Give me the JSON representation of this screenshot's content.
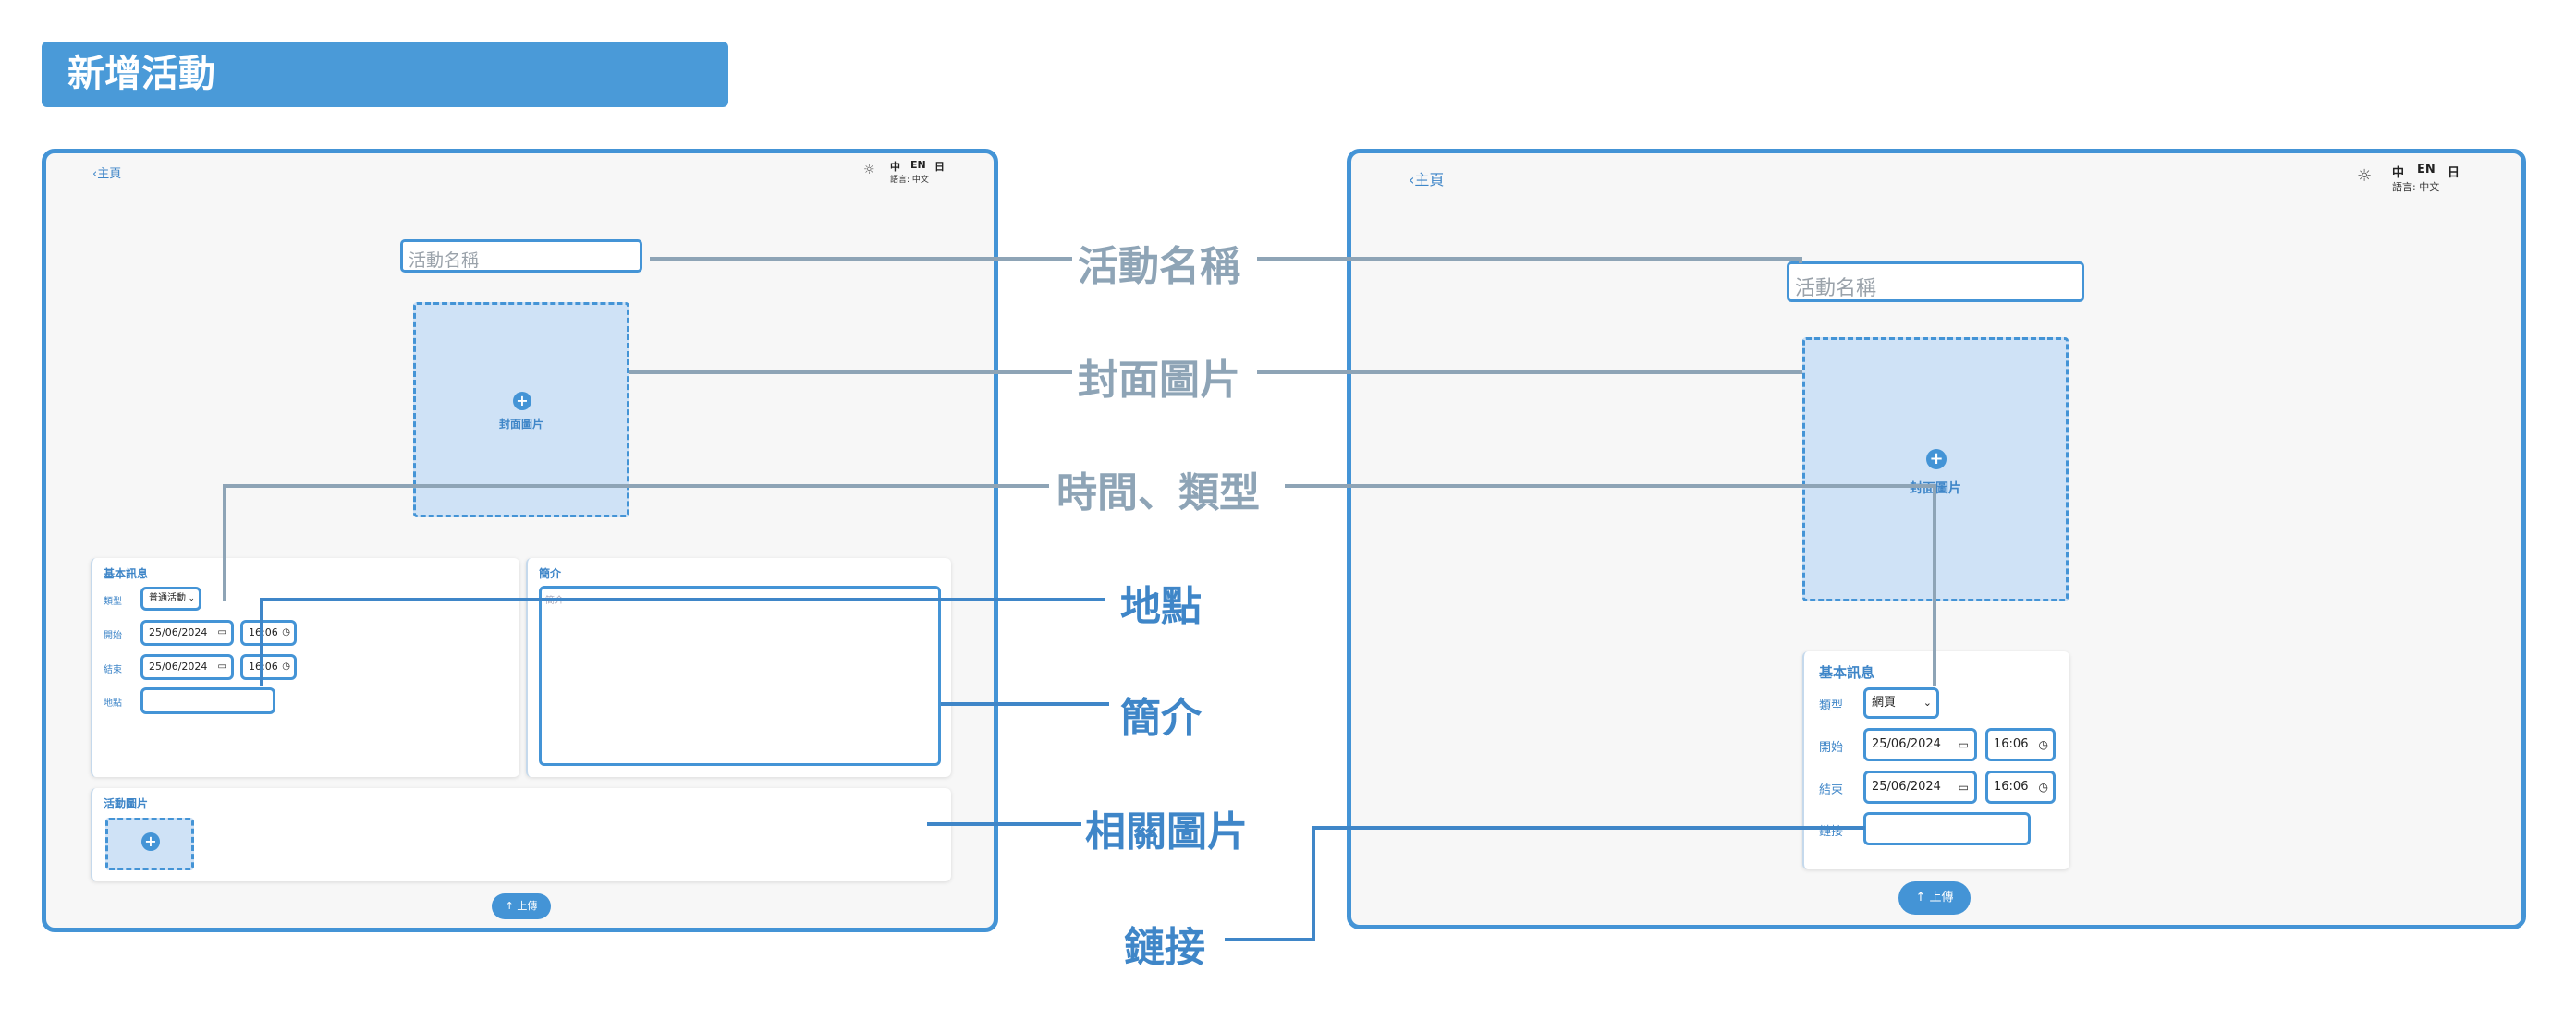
{
  "title": "新增活動",
  "app": {
    "back_label": "主頁",
    "languages": [
      "中",
      "EN",
      "日"
    ],
    "language_status": "語言: 中文"
  },
  "left_screen": {
    "name_placeholder": "活動名稱",
    "cover_label": "封面圖片",
    "basic_info_title": "基本訊息",
    "type_label": "類型",
    "type_value": "普通活動",
    "start_label": "開始",
    "start_date": "25/06/2024",
    "start_time": "16:06",
    "end_label": "結束",
    "end_date": "25/06/2024",
    "end_time": "16:06",
    "location_label": "地點",
    "intro_title": "簡介",
    "intro_placeholder": "簡介",
    "images_title": "活動圖片",
    "upload_label": "上傳"
  },
  "right_screen": {
    "name_placeholder": "活動名稱",
    "cover_label": "封面圖片",
    "basic_info_title": "基本訊息",
    "type_label": "類型",
    "type_value": "網頁",
    "start_label": "開始",
    "start_date": "25/06/2024",
    "start_time": "16:06",
    "end_label": "結束",
    "end_date": "25/06/2024",
    "end_time": "16:06",
    "link_label": "鏈接",
    "upload_label": "上傳"
  },
  "callouts": {
    "name": "活動名稱",
    "cover": "封面圖片",
    "time_type": "時間、類型",
    "location": "地點",
    "intro": "簡介",
    "related_images": "相關圖片",
    "link": "鏈接"
  },
  "colors": {
    "accent": "#4494d6",
    "callout_gray": "#8ea4b6",
    "cover_fill": "#cfe2f6"
  }
}
